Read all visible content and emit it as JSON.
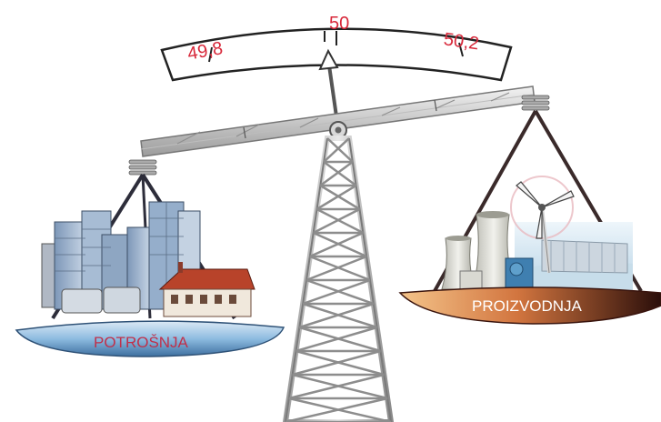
{
  "gauge": {
    "ticks": [
      "49,8",
      "50",
      "50,2"
    ]
  },
  "left_pan": {
    "label": "POTROŠNJA"
  },
  "right_pan": {
    "label": "PROIZVODNJA"
  },
  "colors": {
    "tick_text": "#d8283a",
    "left_pan_label": "#c0304a",
    "right_pan_label": "#ffffff",
    "left_pan": "#6fa3cf",
    "right_pan": "#c8643a",
    "tower": "#8c8c8c"
  },
  "icons": [
    "balance-scale",
    "lattice-tower",
    "city-buildings",
    "power-plant",
    "wind-turbine"
  ]
}
